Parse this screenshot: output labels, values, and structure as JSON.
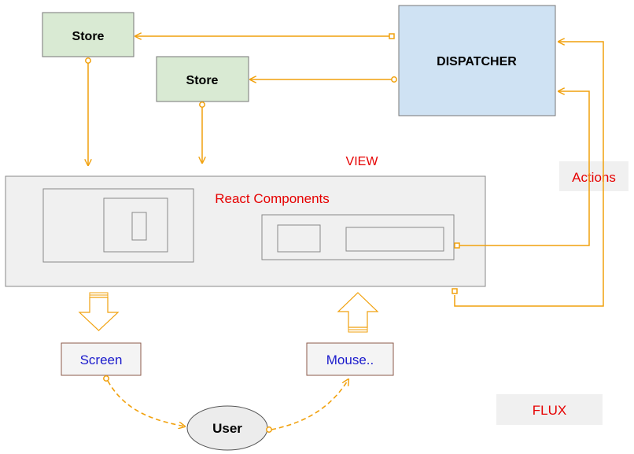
{
  "nodes": {
    "store1": "Store",
    "store2": "Store",
    "dispatcher": "DISPATCHER",
    "view": "VIEW",
    "react": "React Components",
    "actions": "Actions",
    "screen": "Screen",
    "mouse": "Mouse..",
    "user": "User",
    "flux": "FLUX"
  },
  "colors": {
    "store_fill": "#d9ead3",
    "dispatcher_fill": "#cfe2f3",
    "view_fill": "#f0f0f0",
    "connector": "#f1a10d",
    "red_text": "#e60000",
    "blue_text": "#1a1acc"
  }
}
